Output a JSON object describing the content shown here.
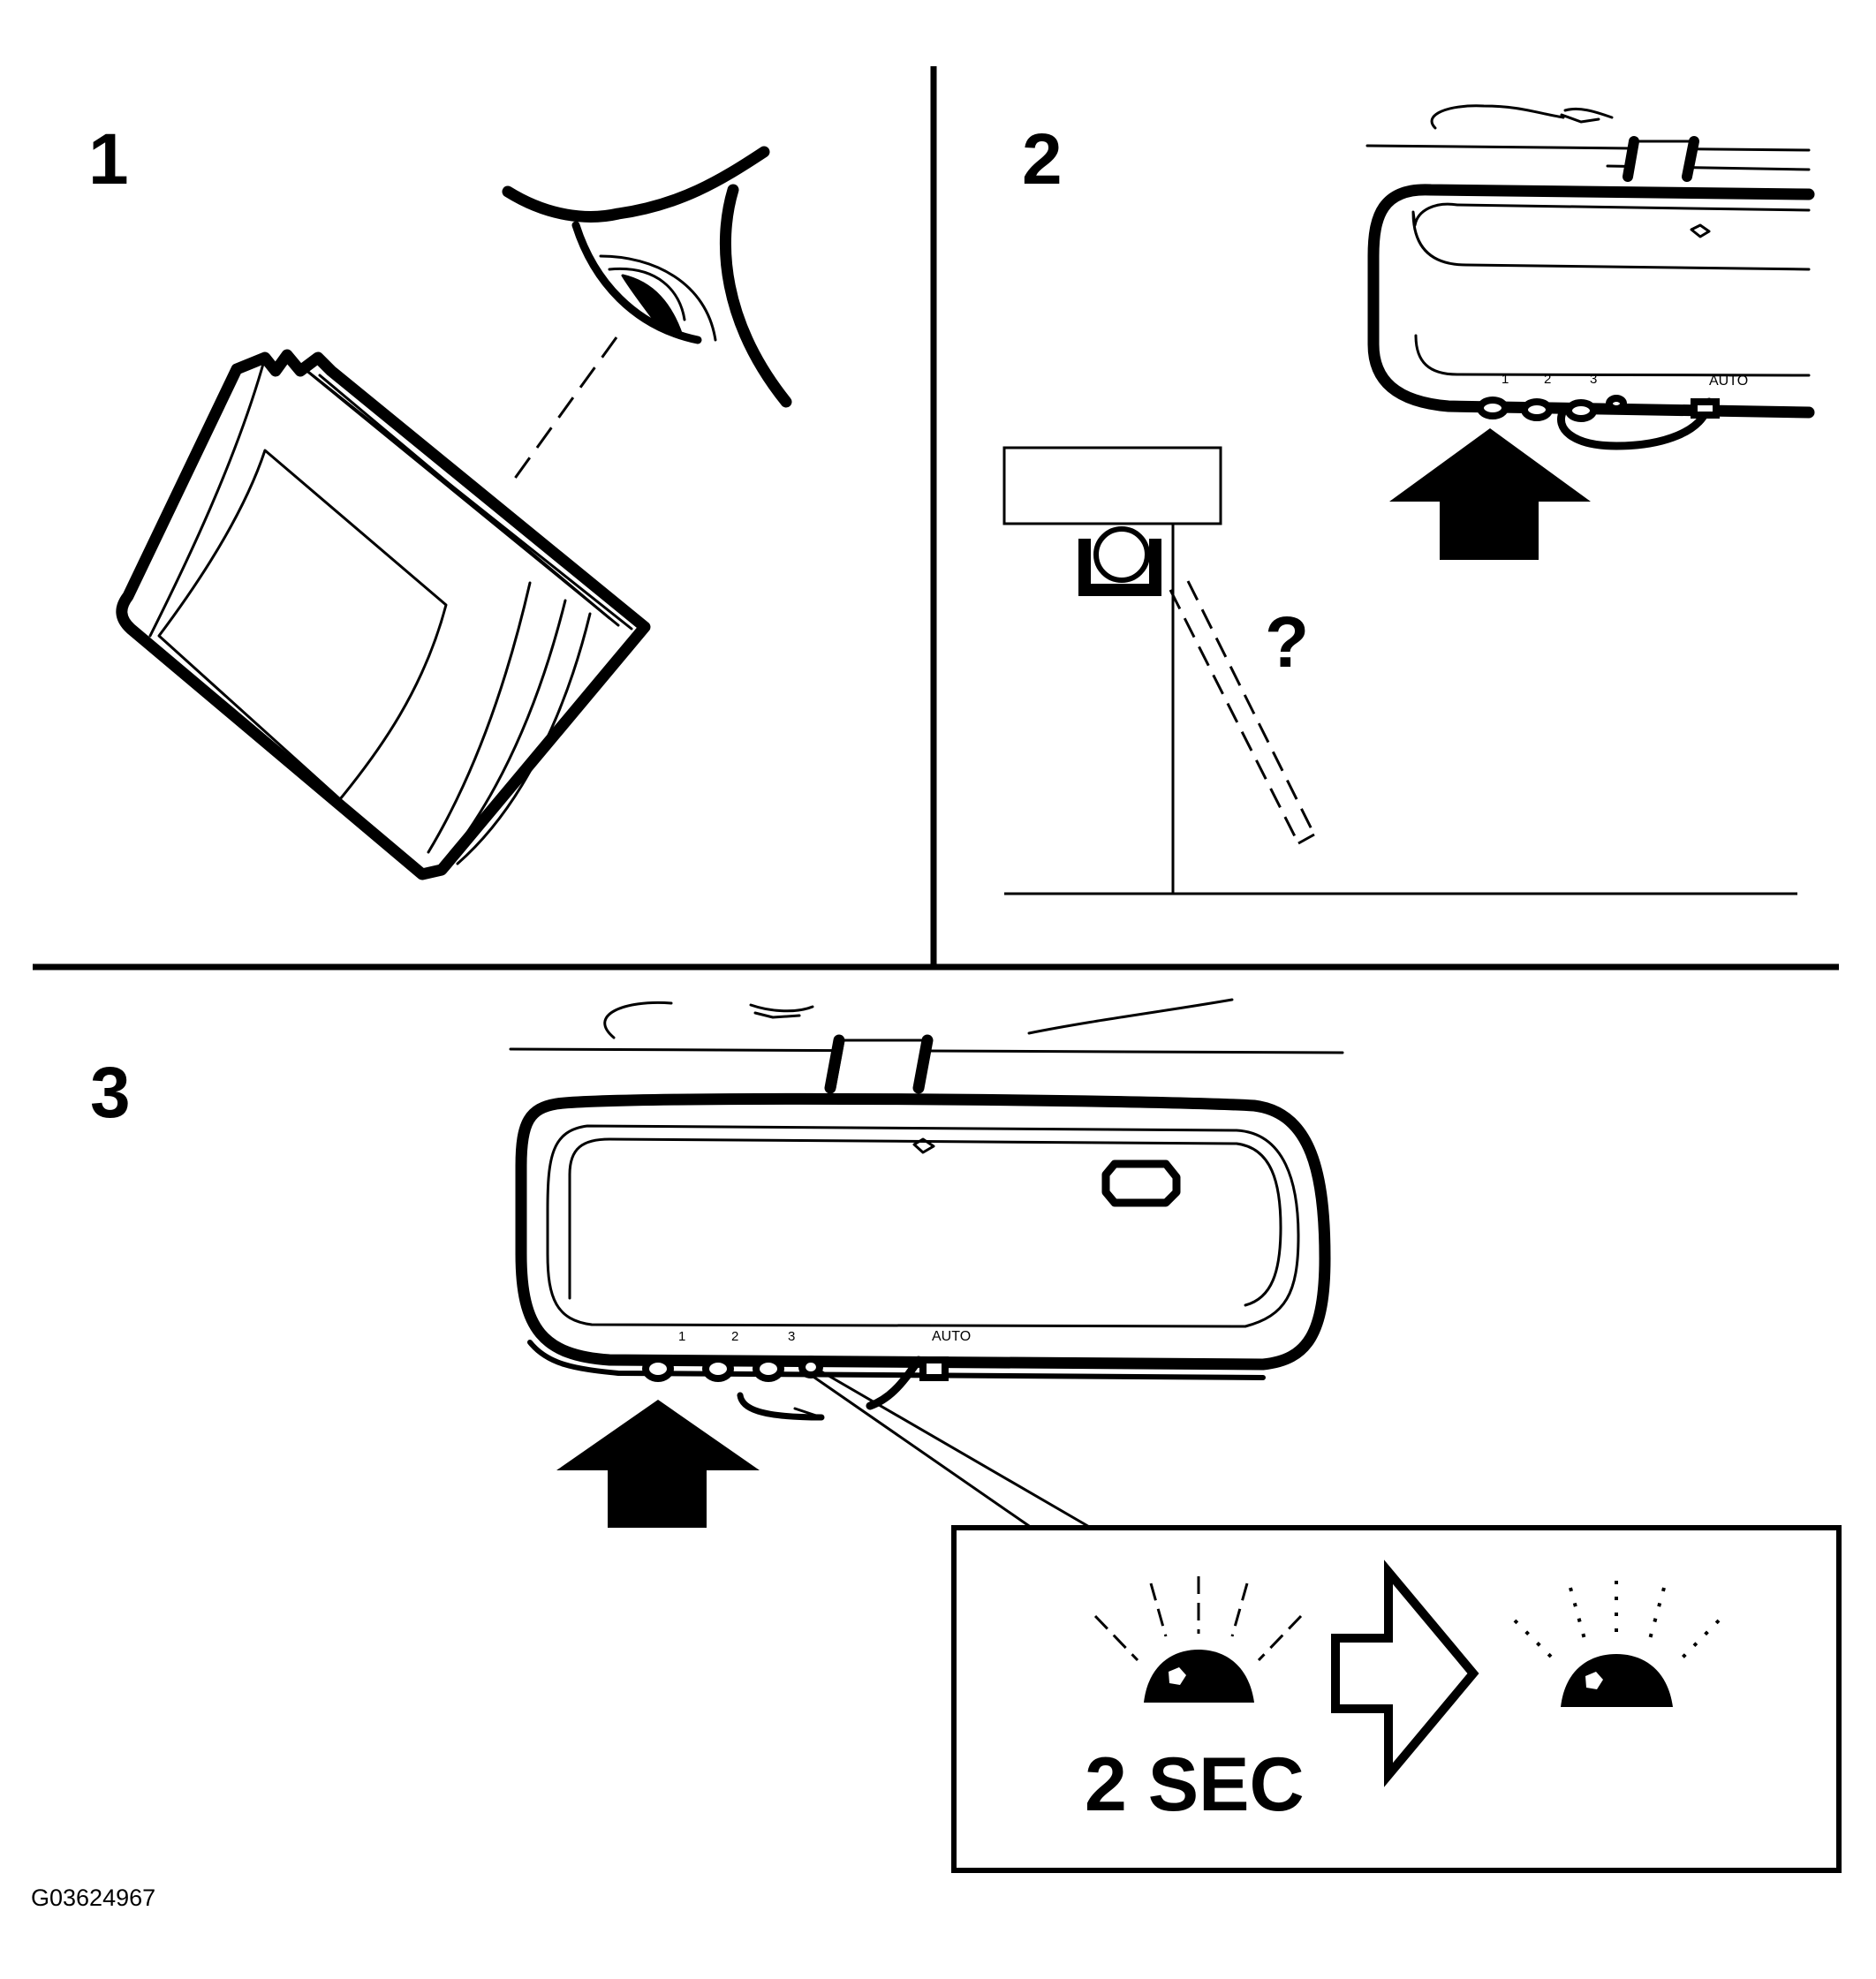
{
  "panels": [
    {
      "number": "1"
    },
    {
      "number": "2",
      "question": "?",
      "buttons": [
        "1",
        "2",
        "3"
      ],
      "auto": "AUTO"
    },
    {
      "number": "3",
      "buttons": [
        "1",
        "2",
        "3"
      ],
      "auto": "AUTO",
      "callout": {
        "duration": "2 SEC"
      }
    }
  ],
  "figure_id": "G03624967",
  "colors": {
    "ink": "#000000",
    "paper": "#ffffff"
  }
}
